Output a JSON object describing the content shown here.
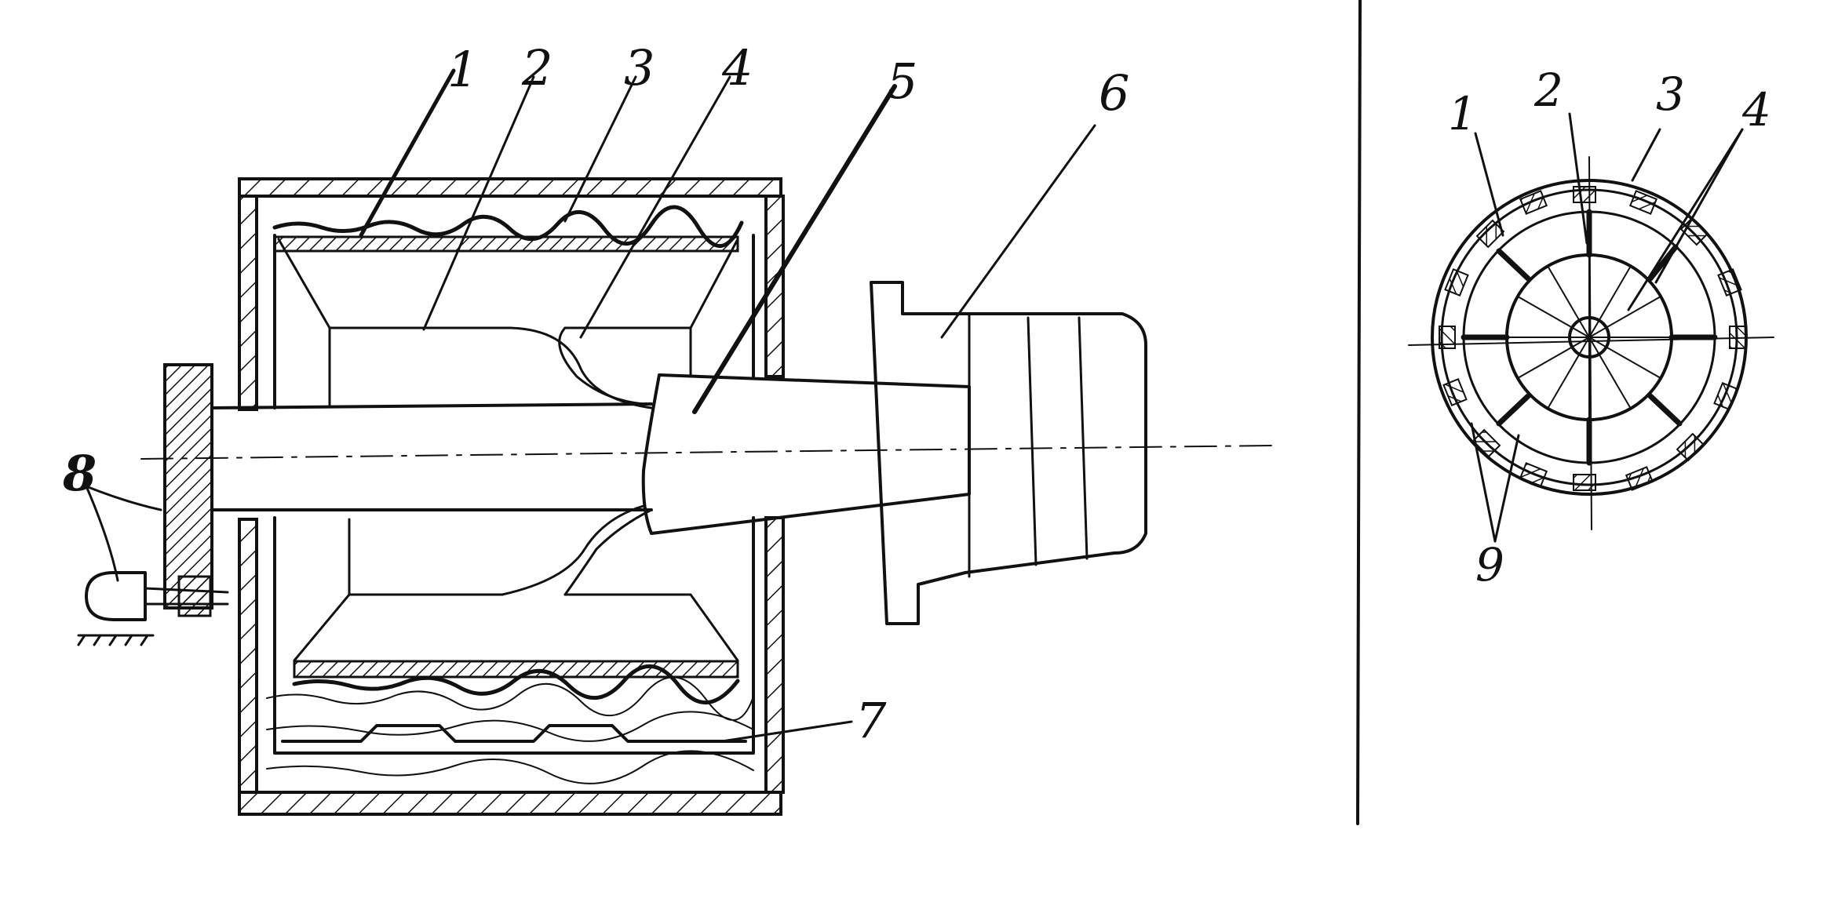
{
  "side_view": {
    "callouts": [
      "1",
      "2",
      "3",
      "4",
      "5",
      "6",
      "7",
      "8"
    ]
  },
  "end_view": {
    "callouts": [
      "1",
      "2",
      "3",
      "4",
      "9"
    ]
  },
  "colors": {
    "ink": "#111111",
    "paper": "#ffffff"
  }
}
